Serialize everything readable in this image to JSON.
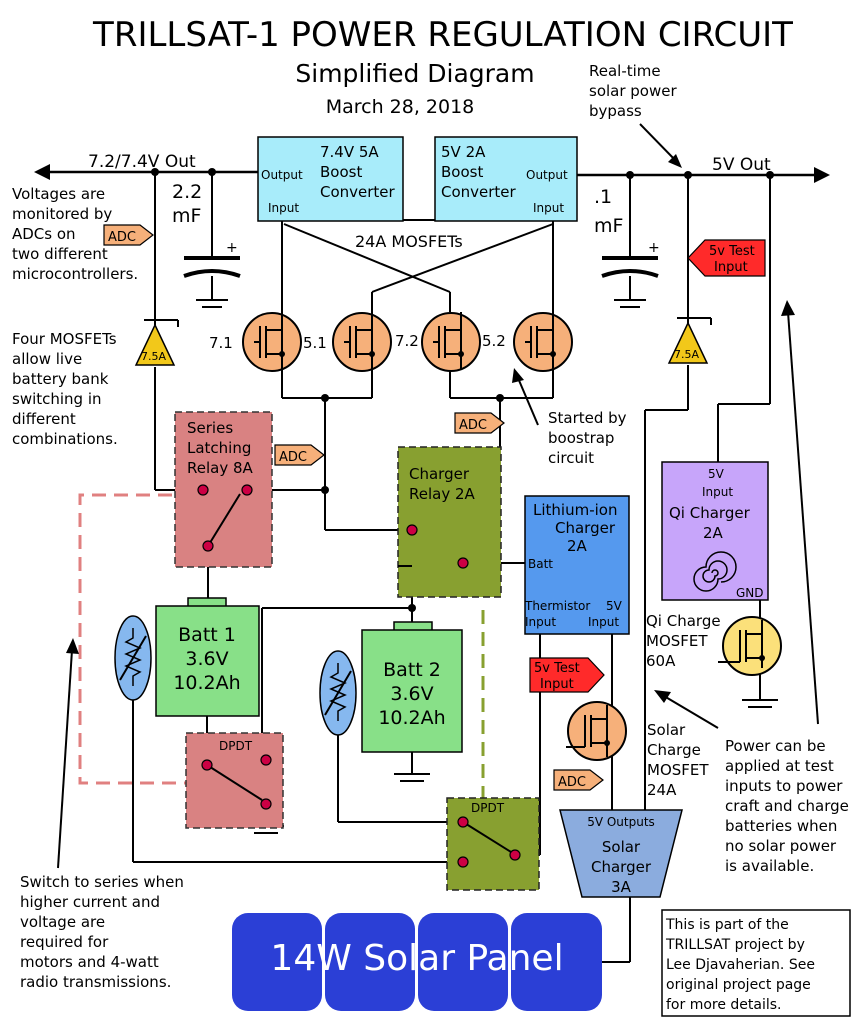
{
  "header": {
    "title": "TRILLSAT-1 POWER REGULATION CIRCUIT",
    "subtitle": "Simplified Diagram",
    "date": "March 28, 2018"
  },
  "rails": {
    "left_out": "7.2/7.4V Out",
    "right_out": "5V Out",
    "bypass_note": [
      "Real-time",
      "solar power",
      "bypass"
    ],
    "left_cap": [
      "2.2",
      "mF"
    ],
    "right_cap": [
      ".1",
      "mF"
    ]
  },
  "boost_74": {
    "line1": "7.4V 5A",
    "line2": "Boost",
    "line3": "Converter",
    "output": "Output",
    "input": "Input"
  },
  "boost_5": {
    "line1": "5V 2A",
    "line2": "Boost",
    "line3": "Converter",
    "output": "Output",
    "input": "Input"
  },
  "mosfets": {
    "label": "24A MOSFETs",
    "labels": [
      "7.1",
      "5.1",
      "7.2",
      "5.2"
    ]
  },
  "notes": {
    "adc_monitor": [
      "Voltages are",
      "monitored by",
      "ADCs on",
      "two different",
      "microcontrollers."
    ],
    "four_mosfets": [
      "Four MOSFETs",
      "allow live",
      "battery bank",
      "switching in",
      "different",
      "combinations."
    ],
    "bootstrap": [
      "Started by",
      "boostrap",
      "circuit"
    ],
    "series": [
      "Switch to series when",
      "higher current and",
      "voltage are",
      "required for",
      "motors and 4-watt",
      "radio transmissions."
    ],
    "test_inputs": [
      "Power can be",
      "applied at test",
      "inputs to power",
      "craft and charge",
      "batteries when",
      "no solar power",
      "is available."
    ],
    "credit": [
      "This is part of the",
      "TRILLSAT project by",
      "Lee Djavaherian.  See",
      "original project page",
      "for more details."
    ]
  },
  "tags": {
    "adc": "ADC",
    "fuse": "7.5A",
    "test": [
      "5v Test",
      "Input"
    ]
  },
  "series_relay": [
    "Series",
    "Latching",
    "Relay 8A"
  ],
  "charger_relay": [
    "Charger",
    "Relay 2A"
  ],
  "dpdt": "DPDT",
  "batt1": [
    "Batt 1",
    "3.6V",
    "10.2Ah"
  ],
  "batt2": [
    "Batt 2",
    "3.6V",
    "10.2Ah"
  ],
  "li_charger": {
    "title": [
      "Lithium-ion",
      "Charger",
      "2A"
    ],
    "batt": "Batt",
    "thermistor": [
      "Thermistor",
      "Input"
    ],
    "fivev": [
      "5V",
      "Input"
    ]
  },
  "qi_charger": {
    "input": [
      "5V",
      "Input"
    ],
    "title": [
      "Qi Charger",
      "2A"
    ],
    "gnd": "GND"
  },
  "qi_mosfet": [
    "Qi Charge",
    "MOSFET",
    "60A"
  ],
  "solar_mosfet": [
    "Solar",
    "Charge",
    "MOSFET",
    "24A"
  ],
  "solar_charger": {
    "outputs": "5V Outputs",
    "title": [
      "Solar",
      "Charger",
      "3A"
    ]
  },
  "solar_panel": "14W Solar Panel"
}
